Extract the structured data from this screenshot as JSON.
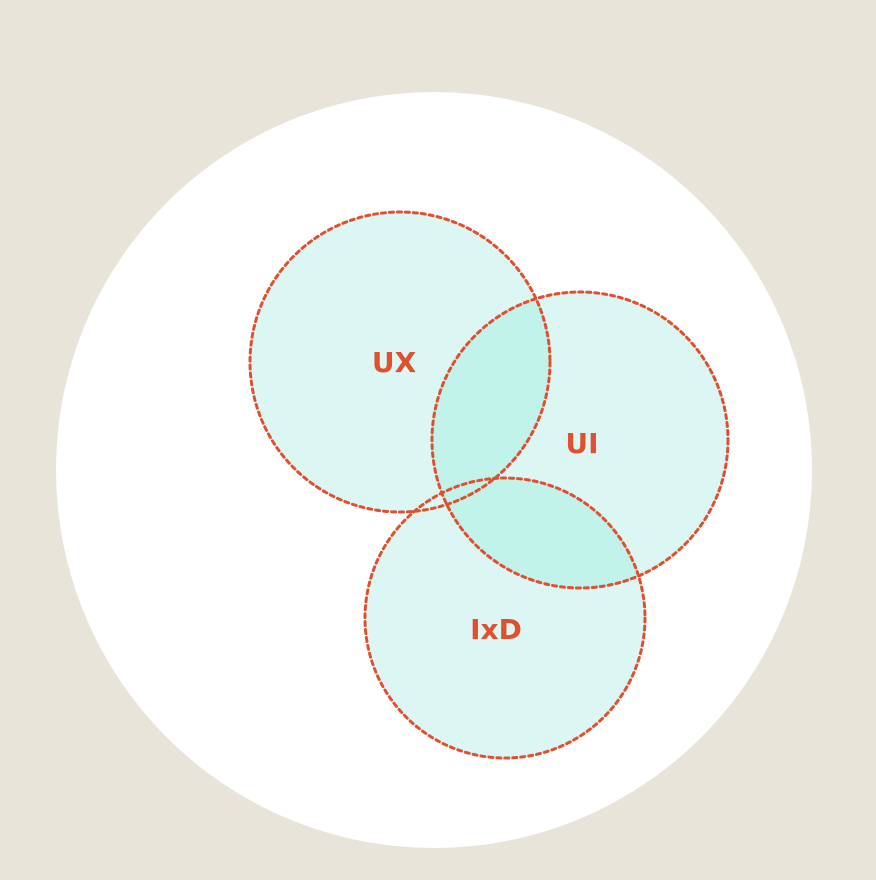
{
  "colors": {
    "page_background": "#e8e4d9",
    "outer_circle_fill": "#ffffff",
    "set_fill": "#dcf7f3",
    "overlap_fill": "#c2f3ea",
    "stroke": "#e0502e",
    "label": "#e0502e"
  },
  "sets": [
    {
      "id": "ux",
      "label": "UX"
    },
    {
      "id": "ui",
      "label": "UI"
    },
    {
      "id": "ixd",
      "label": "IxD"
    }
  ]
}
